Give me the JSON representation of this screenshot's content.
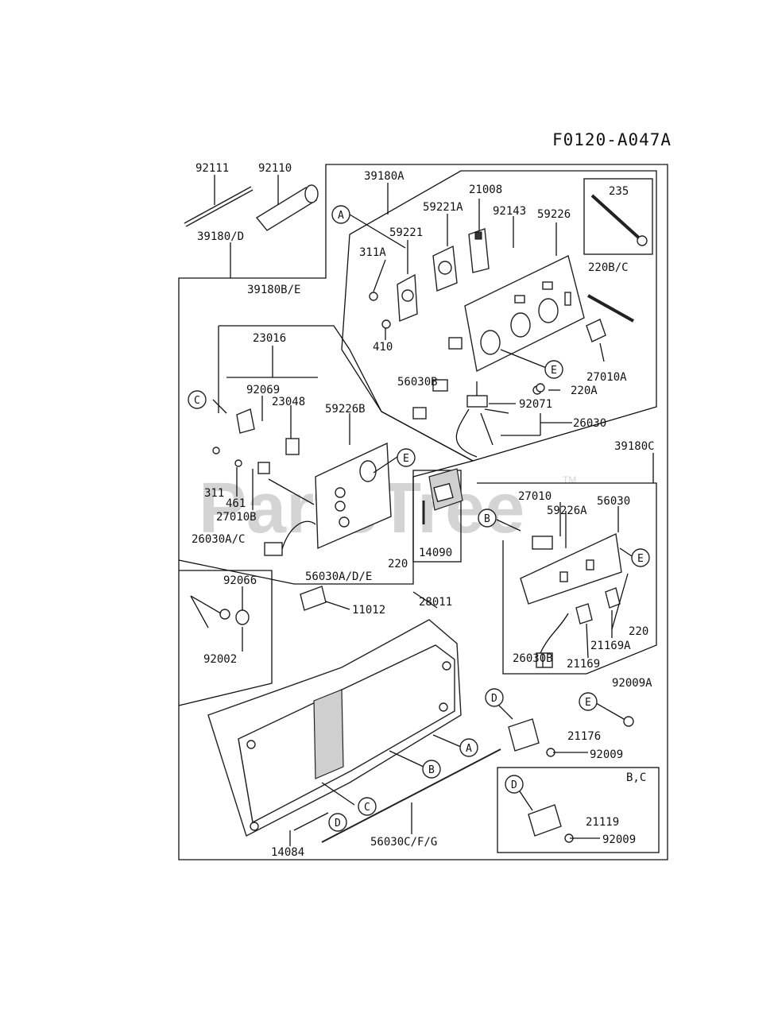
{
  "figure_code": "F0120-A047A",
  "watermark": {
    "text": "PartsTree",
    "tm": "TM"
  },
  "callout_letters": [
    "A",
    "B",
    "C",
    "D",
    "E"
  ],
  "part_labels": [
    "92111",
    "92110",
    "39180/D",
    "39180A",
    "21008",
    "59221A",
    "92143",
    "59226",
    "235",
    "220B/C",
    "59221",
    "311A",
    "410",
    "56030B",
    "27010A",
    "220A",
    "92071",
    "26030",
    "39180B/E",
    "23016",
    "92069",
    "23048",
    "59226B",
    "311",
    "461",
    "27010B",
    "26030A/C",
    "56030A/D/E",
    "220",
    "14090",
    "28011",
    "39180C",
    "27010",
    "59226A",
    "56030",
    "21169A",
    "21169",
    "26030B",
    "92066",
    "11012",
    "92002",
    "92009A",
    "21176",
    "92009",
    "14084",
    "56030C/F/G",
    "B,C",
    "21119",
    "92009"
  ]
}
